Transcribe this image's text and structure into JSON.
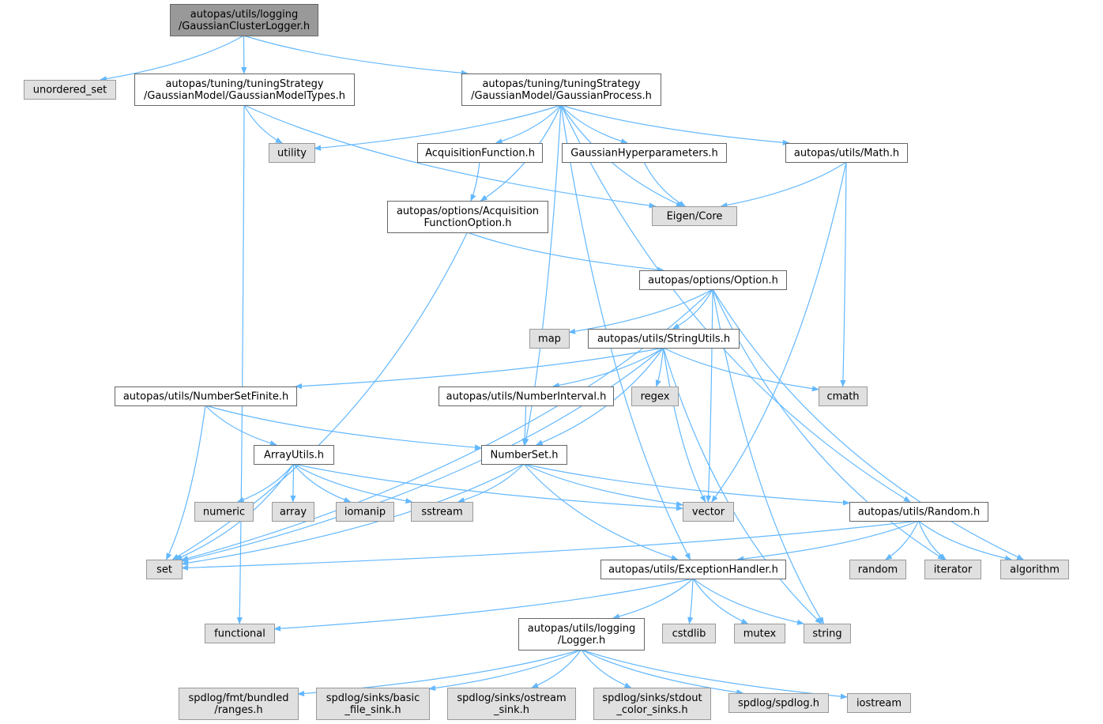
{
  "colors": {
    "root_fill": "#999999",
    "root_stroke": "#666666",
    "header_fill": "#ffffff",
    "header_stroke": "#666666",
    "system_fill": "#e0e0e0",
    "system_stroke": "#999999",
    "edge": "#63b8ff"
  },
  "nodes": [
    {
      "id": "gcl",
      "kind": "root",
      "lines": [
        "autopas/utils/logging",
        "/GaussianClusterLogger.h"
      ]
    },
    {
      "id": "unordered_set",
      "kind": "system",
      "lines": [
        "unordered_set"
      ]
    },
    {
      "id": "gmt",
      "kind": "header",
      "lines": [
        "autopas/tuning/tuningStrategy",
        "/GaussianModel/GaussianModelTypes.h"
      ]
    },
    {
      "id": "gp",
      "kind": "header",
      "lines": [
        "autopas/tuning/tuningStrategy",
        "/GaussianModel/GaussianProcess.h"
      ]
    },
    {
      "id": "utility",
      "kind": "system",
      "lines": [
        "utility"
      ]
    },
    {
      "id": "acqf",
      "kind": "header",
      "lines": [
        "AcquisitionFunction.h"
      ]
    },
    {
      "id": "ghp",
      "kind": "header",
      "lines": [
        "GaussianHyperparameters.h"
      ]
    },
    {
      "id": "math",
      "kind": "header",
      "lines": [
        "autopas/utils/Math.h"
      ]
    },
    {
      "id": "eigen",
      "kind": "system",
      "lines": [
        "Eigen/Core"
      ]
    },
    {
      "id": "acqopt",
      "kind": "header",
      "lines": [
        "autopas/options/Acquisition",
        "FunctionOption.h"
      ]
    },
    {
      "id": "option",
      "kind": "header",
      "lines": [
        "autopas/options/Option.h"
      ]
    },
    {
      "id": "map",
      "kind": "system",
      "lines": [
        "map"
      ]
    },
    {
      "id": "strutils",
      "kind": "header",
      "lines": [
        "autopas/utils/StringUtils.h"
      ]
    },
    {
      "id": "nsfinite",
      "kind": "header",
      "lines": [
        "autopas/utils/NumberSetFinite.h"
      ]
    },
    {
      "id": "ninterval",
      "kind": "header",
      "lines": [
        "autopas/utils/NumberInterval.h"
      ]
    },
    {
      "id": "regex",
      "kind": "system",
      "lines": [
        "regex"
      ]
    },
    {
      "id": "cmath",
      "kind": "system",
      "lines": [
        "cmath"
      ]
    },
    {
      "id": "arrutils",
      "kind": "header",
      "lines": [
        "ArrayUtils.h"
      ]
    },
    {
      "id": "numberset",
      "kind": "header",
      "lines": [
        "NumberSet.h"
      ]
    },
    {
      "id": "numeric",
      "kind": "system",
      "lines": [
        "numeric"
      ]
    },
    {
      "id": "array",
      "kind": "system",
      "lines": [
        "array"
      ]
    },
    {
      "id": "iomanip",
      "kind": "system",
      "lines": [
        "iomanip"
      ]
    },
    {
      "id": "sstream",
      "kind": "system",
      "lines": [
        "sstream"
      ]
    },
    {
      "id": "vector",
      "kind": "system",
      "lines": [
        "vector"
      ]
    },
    {
      "id": "random_h",
      "kind": "header",
      "lines": [
        "autopas/utils/Random.h"
      ]
    },
    {
      "id": "set",
      "kind": "system",
      "lines": [
        "set"
      ]
    },
    {
      "id": "exc",
      "kind": "header",
      "lines": [
        "autopas/utils/ExceptionHandler.h"
      ]
    },
    {
      "id": "random",
      "kind": "system",
      "lines": [
        "random"
      ]
    },
    {
      "id": "iterator",
      "kind": "system",
      "lines": [
        "iterator"
      ]
    },
    {
      "id": "algorithm",
      "kind": "system",
      "lines": [
        "algorithm"
      ]
    },
    {
      "id": "functional",
      "kind": "system",
      "lines": [
        "functional"
      ]
    },
    {
      "id": "logger",
      "kind": "header",
      "lines": [
        "autopas/utils/logging",
        "/Logger.h"
      ]
    },
    {
      "id": "cstdlib",
      "kind": "system",
      "lines": [
        "cstdlib"
      ]
    },
    {
      "id": "mutex",
      "kind": "system",
      "lines": [
        "mutex"
      ]
    },
    {
      "id": "string",
      "kind": "system",
      "lines": [
        "string"
      ]
    },
    {
      "id": "ranges",
      "kind": "system",
      "lines": [
        "spdlog/fmt/bundled",
        "/ranges.h"
      ]
    },
    {
      "id": "basicsink",
      "kind": "system",
      "lines": [
        "spdlog/sinks/basic",
        "_file_sink.h"
      ]
    },
    {
      "id": "ostreamsink",
      "kind": "system",
      "lines": [
        "spdlog/sinks/ostream",
        "_sink.h"
      ]
    },
    {
      "id": "stdoutsink",
      "kind": "system",
      "lines": [
        "spdlog/sinks/stdout",
        "_color_sinks.h"
      ]
    },
    {
      "id": "spdlog",
      "kind": "system",
      "lines": [
        "spdlog/spdlog.h"
      ]
    },
    {
      "id": "iostream",
      "kind": "system",
      "lines": [
        "iostream"
      ]
    }
  ],
  "edges": [
    [
      "gcl",
      "unordered_set"
    ],
    [
      "gcl",
      "gmt"
    ],
    [
      "gcl",
      "gp"
    ],
    [
      "gmt",
      "utility"
    ],
    [
      "gmt",
      "eigen"
    ],
    [
      "gmt",
      "functional"
    ],
    [
      "gp",
      "utility"
    ],
    [
      "gp",
      "acqf"
    ],
    [
      "gp",
      "ghp"
    ],
    [
      "gp",
      "math"
    ],
    [
      "gp",
      "eigen"
    ],
    [
      "gp",
      "acqopt"
    ],
    [
      "gp",
      "numberset"
    ],
    [
      "gp",
      "exc"
    ],
    [
      "gp",
      "random_h"
    ],
    [
      "acqf",
      "acqopt"
    ],
    [
      "ghp",
      "eigen"
    ],
    [
      "math",
      "eigen"
    ],
    [
      "math",
      "cmath"
    ],
    [
      "math",
      "vector"
    ],
    [
      "acqopt",
      "option"
    ],
    [
      "acqopt",
      "set"
    ],
    [
      "option",
      "map"
    ],
    [
      "option",
      "strutils"
    ],
    [
      "option",
      "set"
    ],
    [
      "option",
      "vector"
    ],
    [
      "option",
      "iterator"
    ],
    [
      "option",
      "algorithm"
    ],
    [
      "option",
      "string"
    ],
    [
      "strutils",
      "nsfinite"
    ],
    [
      "strutils",
      "ninterval"
    ],
    [
      "strutils",
      "regex"
    ],
    [
      "strutils",
      "cmath"
    ],
    [
      "strutils",
      "numberset"
    ],
    [
      "strutils",
      "set"
    ],
    [
      "strutils",
      "vector"
    ],
    [
      "strutils",
      "string"
    ],
    [
      "nsfinite",
      "arrutils"
    ],
    [
      "nsfinite",
      "numberset"
    ],
    [
      "nsfinite",
      "set"
    ],
    [
      "ninterval",
      "numberset"
    ],
    [
      "arrutils",
      "numeric"
    ],
    [
      "arrutils",
      "array"
    ],
    [
      "arrutils",
      "iomanip"
    ],
    [
      "arrutils",
      "sstream"
    ],
    [
      "arrutils",
      "vector"
    ],
    [
      "arrutils",
      "set"
    ],
    [
      "numberset",
      "sstream"
    ],
    [
      "numberset",
      "vector"
    ],
    [
      "numberset",
      "random_h"
    ],
    [
      "numberset",
      "exc"
    ],
    [
      "numberset",
      "set"
    ],
    [
      "random_h",
      "random"
    ],
    [
      "random_h",
      "iterator"
    ],
    [
      "random_h",
      "algorithm"
    ],
    [
      "random_h",
      "set"
    ],
    [
      "random_h",
      "exc"
    ],
    [
      "exc",
      "functional"
    ],
    [
      "exc",
      "logger"
    ],
    [
      "exc",
      "cstdlib"
    ],
    [
      "exc",
      "mutex"
    ],
    [
      "exc",
      "string"
    ],
    [
      "logger",
      "ranges"
    ],
    [
      "logger",
      "basicsink"
    ],
    [
      "logger",
      "ostreamsink"
    ],
    [
      "logger",
      "stdoutsink"
    ],
    [
      "logger",
      "spdlog"
    ],
    [
      "logger",
      "iostream"
    ]
  ]
}
